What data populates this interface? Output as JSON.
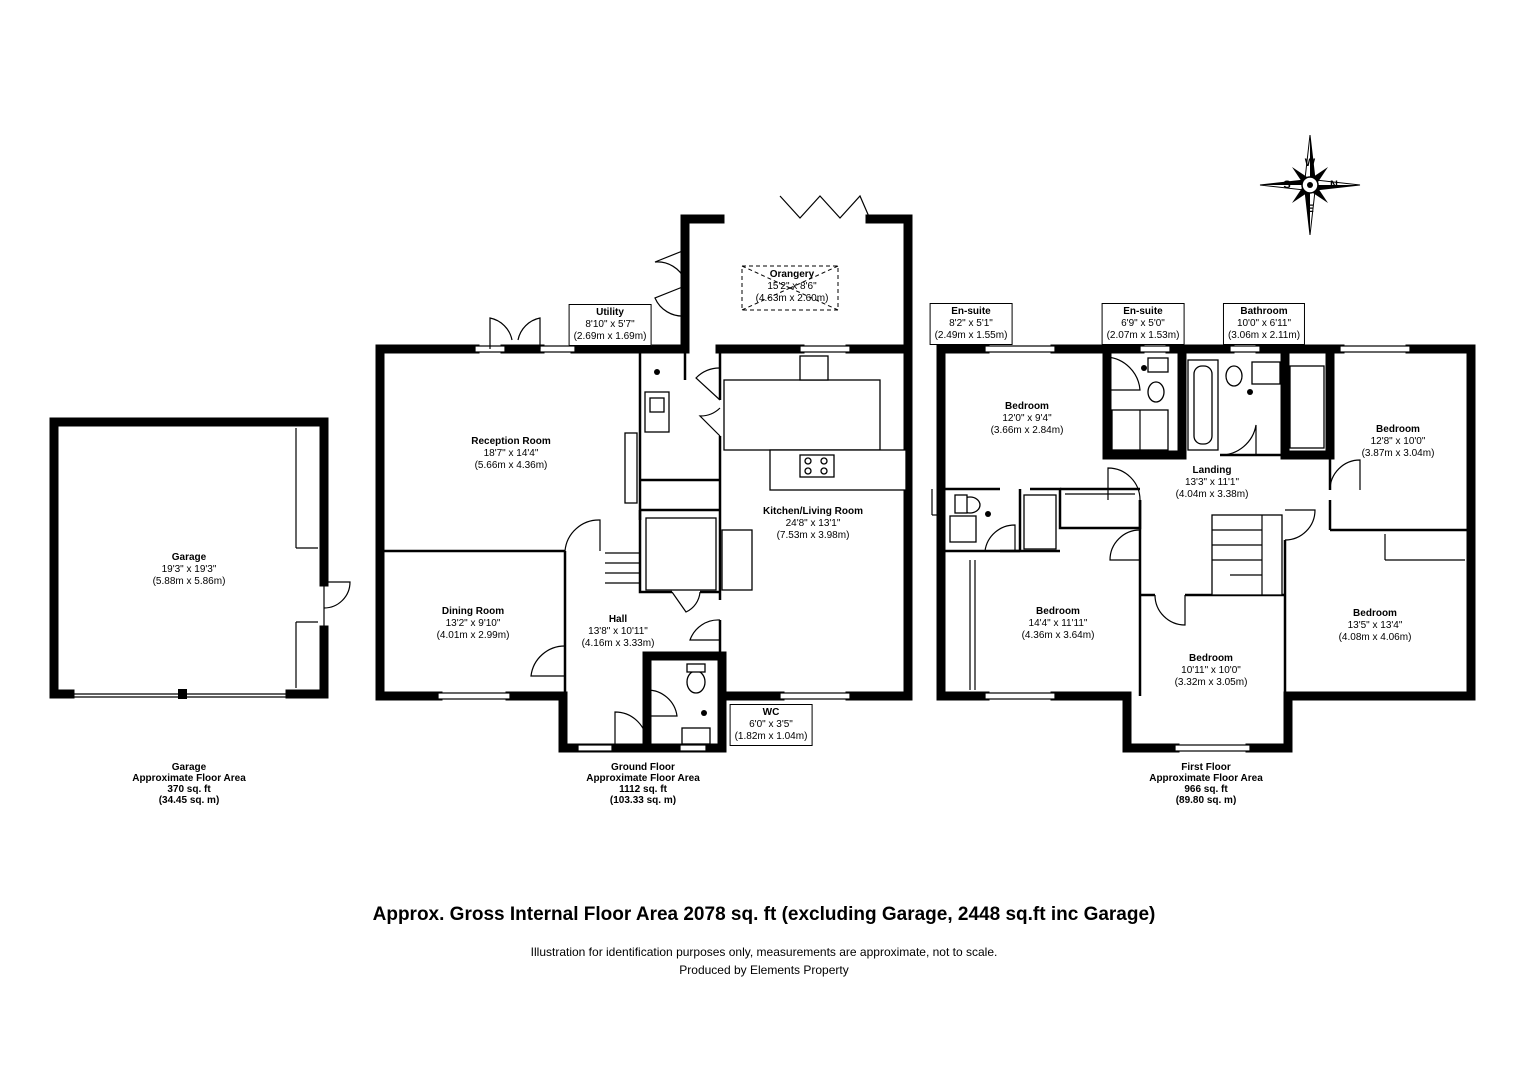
{
  "rooms": {
    "garage": {
      "name": "Garage",
      "imperial": "19'3\" x 19'3\"",
      "metric": "(5.88m x 5.86m)"
    },
    "reception": {
      "name": "Reception Room",
      "imperial": "18'7\" x 14'4\"",
      "metric": "(5.66m x 4.36m)"
    },
    "utility": {
      "name": "Utility",
      "imperial": "8'10\" x 5'7\"",
      "metric": "(2.69m x 1.69m)"
    },
    "orangery": {
      "name": "Orangery",
      "imperial": "15'2\" x 8'6\"",
      "metric": "(4.63m x 2.60m)"
    },
    "kitchen": {
      "name": "Kitchen/Living Room",
      "imperial": "24'8\" x 13'1\"",
      "metric": "(7.53m x 3.98m)"
    },
    "dining": {
      "name": "Dining Room",
      "imperial": "13'2\" x 9'10\"",
      "metric": "(4.01m x 2.99m)"
    },
    "hall": {
      "name": "Hall",
      "imperial": "13'8\" x 10'11\"",
      "metric": "(4.16m x 3.33m)"
    },
    "wc": {
      "name": "WC",
      "imperial": "6'0\" x 3'5\"",
      "metric": "(1.82m x 1.04m)"
    },
    "ensuite1": {
      "name": "En-suite",
      "imperial": "8'2\" x 5'1\"",
      "metric": "(2.49m x 1.55m)"
    },
    "ensuite2": {
      "name": "En-suite",
      "imperial": "6'9\" x 5'0\"",
      "metric": "(2.07m x 1.53m)"
    },
    "bathroom": {
      "name": "Bathroom",
      "imperial": "10'0\" x 6'11\"",
      "metric": "(3.06m x 2.11m)"
    },
    "bed1": {
      "name": "Bedroom",
      "imperial": "12'0\" x 9'4\"",
      "metric": "(3.66m x 2.84m)"
    },
    "bed2": {
      "name": "Bedroom",
      "imperial": "12'8\" x 10'0\"",
      "metric": "(3.87m x 3.04m)"
    },
    "landing": {
      "name": "Landing",
      "imperial": "13'3\" x 11'1\"",
      "metric": "(4.04m x 3.38m)"
    },
    "bed3": {
      "name": "Bedroom",
      "imperial": "14'4\" x 11'11\"",
      "metric": "(4.36m x 3.64m)"
    },
    "bed4": {
      "name": "Bedroom",
      "imperial": "13'5\" x 13'4\"",
      "metric": "(4.08m x 4.06m)"
    },
    "bed5": {
      "name": "Bedroom",
      "imperial": "10'11\" x 10'0\"",
      "metric": "(3.32m x 3.05m)"
    }
  },
  "areas": {
    "garage": {
      "line1": "Garage",
      "line2": "Approximate Floor Area",
      "line3": "370 sq. ft",
      "line4": "(34.45 sq. m)"
    },
    "ground": {
      "line1": "Ground Floor",
      "line2": "Approximate Floor Area",
      "line3": "1112 sq. ft",
      "line4": "(103.33 sq. m)"
    },
    "first": {
      "line1": "First Floor",
      "line2": "Approximate Floor Area",
      "line3": "966 sq. ft",
      "line4": "(89.80 sq. m)"
    }
  },
  "gross": "Approx. Gross Internal Floor Area 2078 sq. ft (excluding Garage, 2448 sq.ft inc Garage)",
  "note1": "Illustration for identification purposes only, measurements are approximate, not to scale.",
  "note2": "Produced by Elements Property",
  "compass": {
    "n": "N",
    "s": "S",
    "e": "E",
    "w": "W"
  }
}
